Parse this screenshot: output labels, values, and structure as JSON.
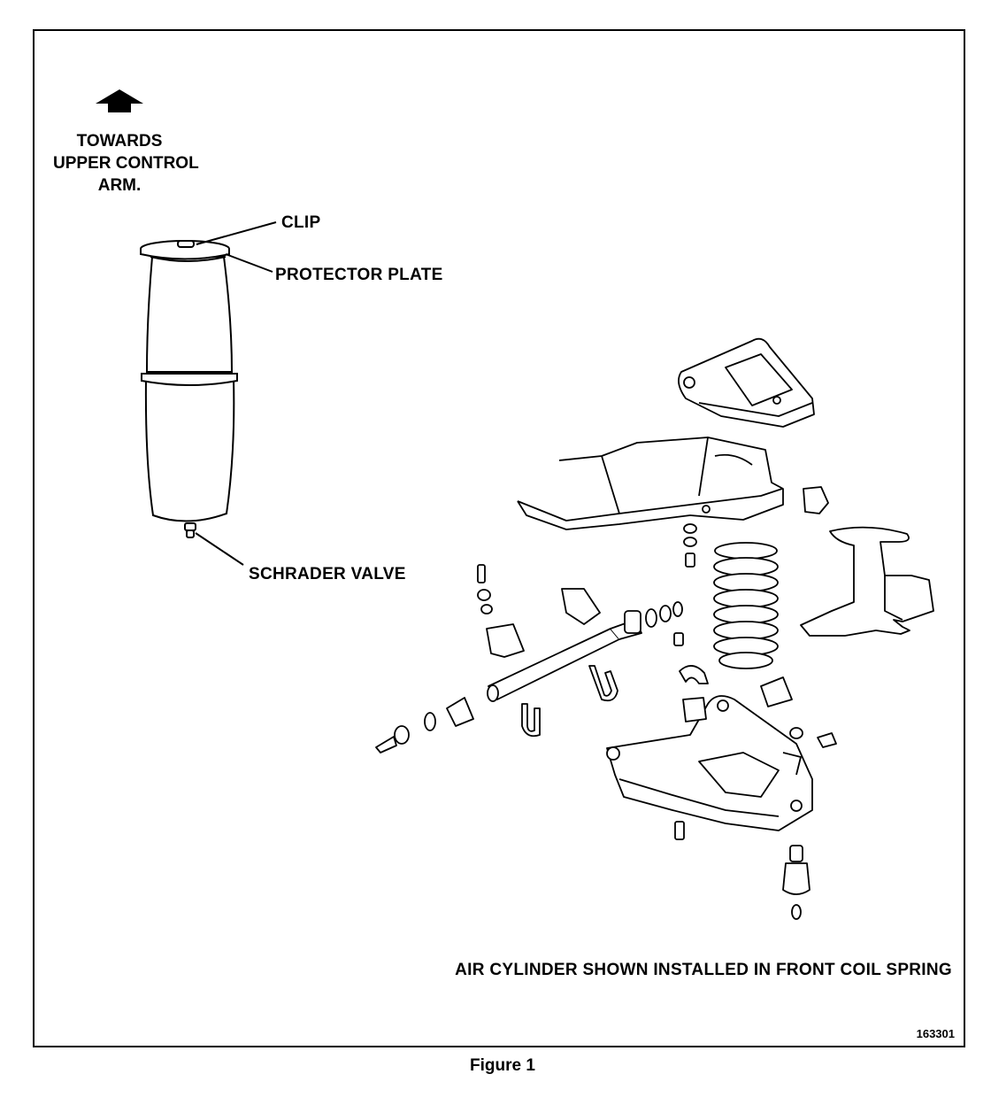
{
  "direction_note": {
    "lines": [
      "TOWARDS",
      "UPPER CONTROL",
      "ARM."
    ],
    "icon": "up-arrow-icon"
  },
  "labels": {
    "clip": "CLIP",
    "protector_plate": "PROTECTOR PLATE",
    "schrader_valve": "SCHRADER VALVE"
  },
  "caption": "AIR CYLINDER SHOWN INSTALLED IN FRONT COIL SPRING",
  "figure_number": "163301",
  "figure_title": "Figure 1"
}
